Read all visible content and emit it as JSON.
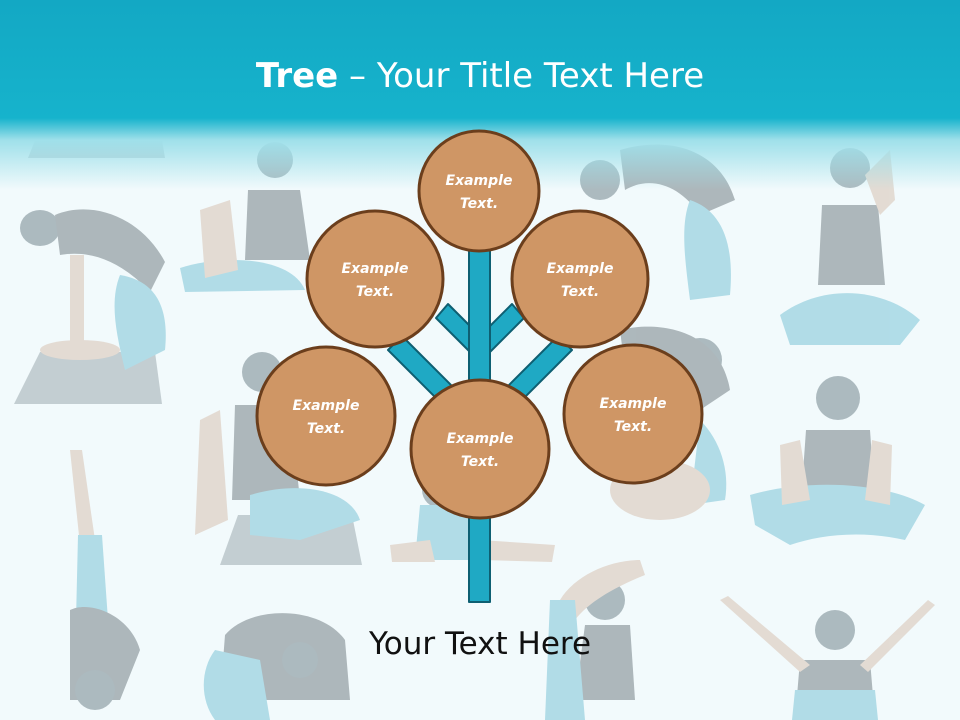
{
  "slide": {
    "title_bold": "Tree",
    "title_separator": " – ",
    "title_rest": "Your Title Text Here",
    "caption": "Your Text Here"
  },
  "background": {
    "description_icon": "yoga-poses-photo-collage"
  },
  "tree": {
    "nodes": [
      {
        "line1": "Example",
        "line2": "Text."
      },
      {
        "line1": "Example",
        "line2": "Text."
      },
      {
        "line1": "Example",
        "line2": "Text."
      },
      {
        "line1": "Example",
        "line2": "Text."
      },
      {
        "line1": "Example",
        "line2": "Text."
      },
      {
        "line1": "Example",
        "line2": "Text."
      }
    ]
  },
  "colors": {
    "header": "#16b3cc",
    "trunk": "#1fa9c4",
    "trunk_outline": "#0e5f72",
    "node_fill": "#cf9665",
    "node_border": "#6b3e1c",
    "node_text": "#ffffff"
  }
}
